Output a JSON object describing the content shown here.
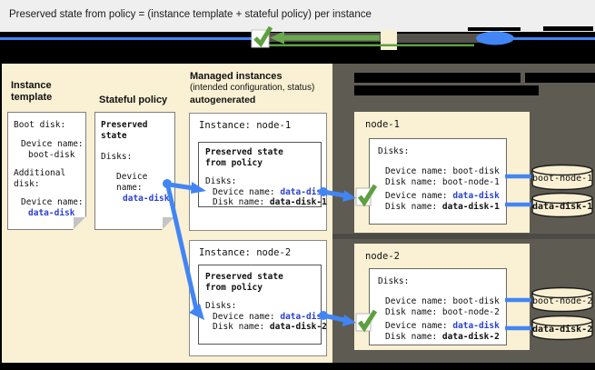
{
  "title": "Preserved state from policy = (instance template + stateful policy) per instance",
  "left_panel": {
    "instance_template": {
      "heading": "Instance template",
      "doc": {
        "boot_label": "Boot disk:",
        "device_label": "Device name:",
        "device_value": "boot-disk",
        "additional_label": "Additional disk:",
        "device2_label": "Device name:",
        "device2_value": "data-disk"
      }
    },
    "stateful_policy": {
      "heading": "Stateful policy",
      "doc": {
        "title": "Preserved state",
        "disks_label": "Disks:",
        "device_label": "Device name:",
        "device_value": "data-disk"
      }
    },
    "managed_instances": {
      "heading": "Managed instances",
      "subheading": "(intended configuration, status)",
      "subheading2": "autogenerated",
      "instances": [
        {
          "title": "Instance: node-1",
          "inner_title": "Preserved state from policy",
          "disks_label": "Disks:",
          "device_label": "Device name: ",
          "device_value": "data-disk",
          "disk_label": "Disk name: ",
          "disk_value": "data-disk-1"
        },
        {
          "title": "Instance: node-2",
          "inner_title": "Preserved state from policy",
          "disks_label": "Disks:",
          "device_label": "Device name: ",
          "device_value": "data-disk",
          "disk_label": "Disk name: ",
          "disk_value": "data-disk-2"
        }
      ]
    }
  },
  "right_panel": {
    "nodes": [
      {
        "name": "node-1",
        "disks_label": "Disks:",
        "boot_device_label": "Device name: ",
        "boot_device_value": "boot-disk",
        "boot_disk_label": "Disk name: ",
        "boot_disk_value": "boot-node-1",
        "data_device_label": "Device name: ",
        "data_device_value": "data-disk",
        "data_disk_label": "Disk name: ",
        "data_disk_value": "data-disk-1"
      },
      {
        "name": "node-2",
        "disks_label": "Disks:",
        "boot_device_label": "Device name: ",
        "boot_device_value": "boot-disk",
        "boot_disk_label": "Disk name: ",
        "boot_disk_value": "boot-node-2",
        "data_device_label": "Device name: ",
        "data_device_value": "data-disk",
        "data_disk_label": "Disk name: ",
        "data_disk_value": "data-disk-2"
      }
    ],
    "disks": [
      {
        "label": "boot-node-1"
      },
      {
        "label": "data-disk-1"
      },
      {
        "label": "boot-node-2"
      },
      {
        "label": "data-disk-2"
      }
    ]
  },
  "colors": {
    "accent_blue": "#4285f4",
    "text_blue": "#2b41d6",
    "check_green": "#5ea03f",
    "panel_beige": "#faf0d3",
    "panel_dark": "#5e5b53"
  }
}
